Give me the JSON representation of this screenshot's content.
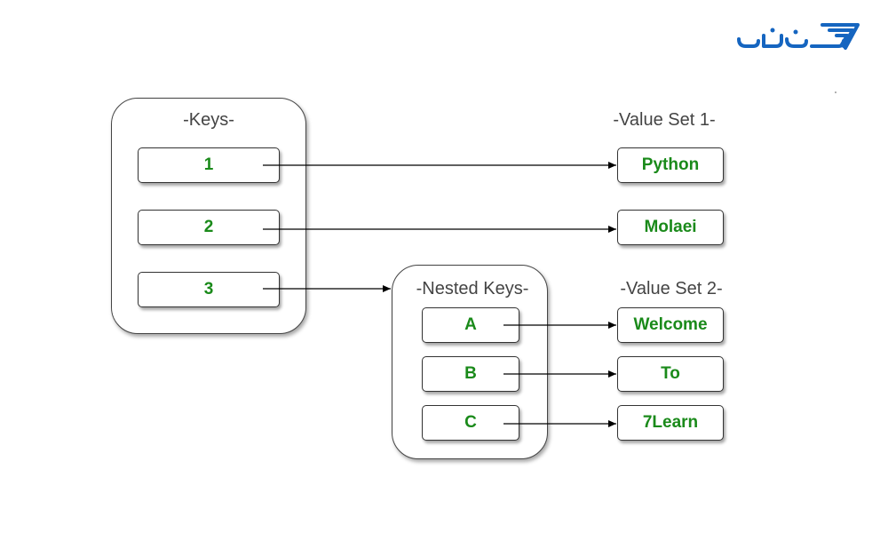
{
  "keys_group": {
    "title_prefix": "-",
    "title": "Keys",
    "title_suffix": "-",
    "items": [
      "1",
      "2",
      "3"
    ]
  },
  "value_set_1": {
    "title_prefix": "-",
    "title": "Value Set 1",
    "title_suffix": "-",
    "items": [
      "Python",
      "Molaei"
    ]
  },
  "nested_keys_group": {
    "title_prefix": "-",
    "title": "Nested Keys",
    "title_suffix": "-",
    "items": [
      "A",
      "B",
      "C"
    ]
  },
  "value_set_2": {
    "title_prefix": "-",
    "title": "Value Set 2",
    "title_suffix": "-",
    "items": [
      "Welcome",
      "To",
      "7Learn"
    ]
  },
  "colors": {
    "value_text": "#1a8a1a",
    "title_text": "#444444",
    "border": "#333333",
    "logo": "#1565c0"
  },
  "logo": {
    "icon": "sevenlearn-logo"
  }
}
